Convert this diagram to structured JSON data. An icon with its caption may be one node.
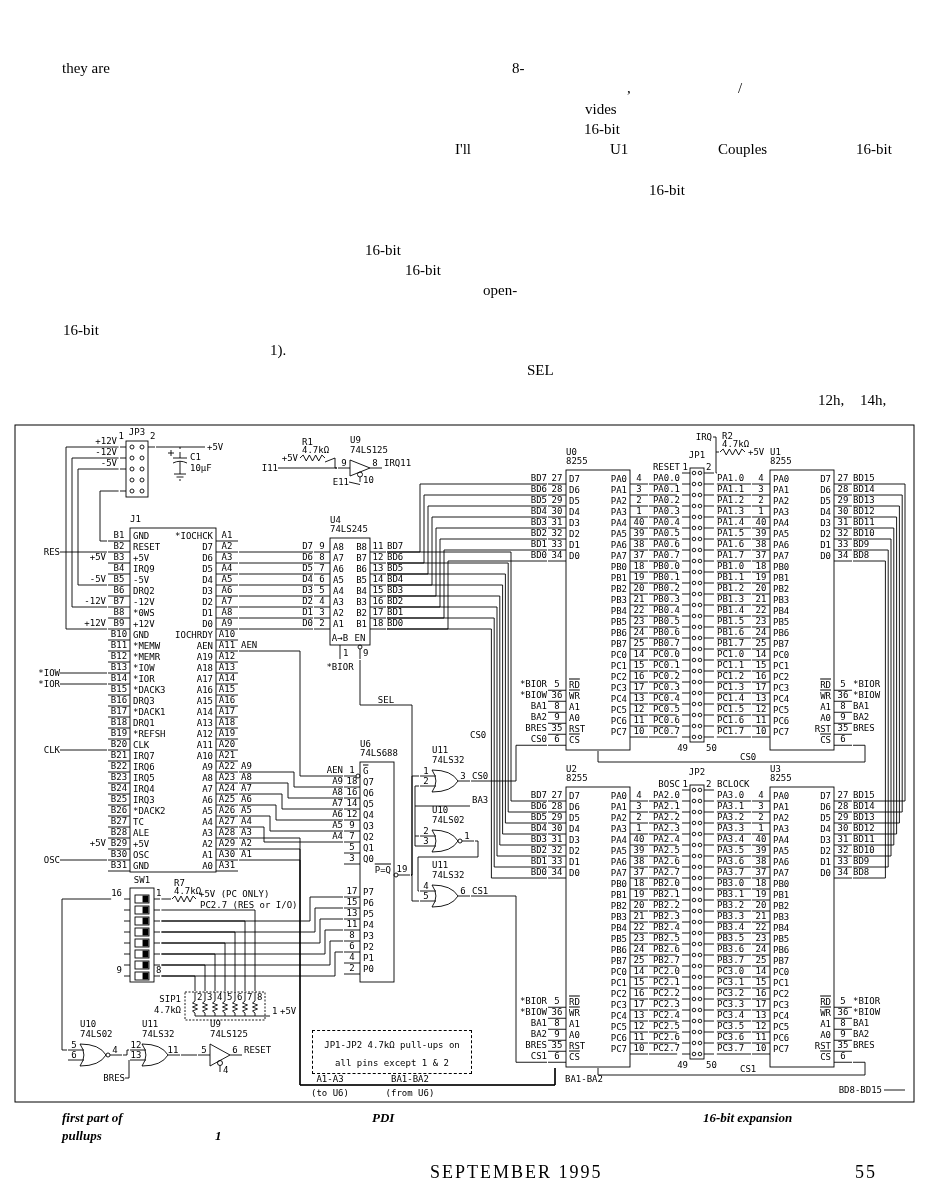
{
  "diagram": {
    "nodes": [
      {
        "text": [
          "JP3",
          "1",
          "2"
        ]
      },
      {
        "text": [
          "C1",
          "10µF"
        ]
      },
      {
        "text": [
          "R1",
          "4.7kΩ"
        ]
      },
      {
        "text": [
          "U9",
          "74LS125",
          "9",
          "8",
          "10"
        ],
        "beside": [
          "IRQ11"
        ]
      },
      {
        "text": [
          "J1",
          "B1",
          "GND",
          "B2",
          "RESET",
          "B3",
          "+5V",
          "B4",
          "IRQ9",
          "B5",
          "-5V",
          "B6",
          "DRQ2",
          "B7",
          "-12V",
          "B8",
          "*0WS",
          "B9",
          "+12V",
          "B10",
          "GND",
          "B11",
          "*MEMW",
          "B12",
          "*MEMR",
          "B13",
          "*IOW",
          "B14",
          "*IOR",
          "B15",
          "*DACK3",
          "B16",
          "DRQ3",
          "B17",
          "*DACK1",
          "B18",
          "DRQ1",
          "B19",
          "*REFSH",
          "B20",
          "CLK",
          "B21",
          "IRQ7",
          "B22",
          "IRQ6",
          "B23",
          "IRQ5",
          "B24",
          "IRQ4",
          "B25",
          "IRQ3",
          "B26",
          "*DACK2",
          "B27",
          "TC",
          "B28",
          "ALE",
          "B29",
          "+5V",
          "B30",
          "OSC",
          "B31",
          "GND",
          "*IOCHCK",
          "A1",
          "D7",
          "A2",
          "D6",
          "A3",
          "D5",
          "A4",
          "D4",
          "A5",
          "D3",
          "A6",
          "D2",
          "A7",
          "D1",
          "A8",
          "D0",
          "A9",
          "IOCHRDY",
          "A10",
          "AEN",
          "A11",
          "A19",
          "A12",
          "A18",
          "A13",
          "A17",
          "A14",
          "A16",
          "A15",
          "A15",
          "A16",
          "A14",
          "A17",
          "A13",
          "A18",
          "A12",
          "A19",
          "A11",
          "A20",
          "A10",
          "A21",
          "A9",
          "A22",
          "A8",
          "A23",
          "A7",
          "A24",
          "A6",
          "A25",
          "A5",
          "A26",
          "A4",
          "A27",
          "A3",
          "A28",
          "A2",
          "A29",
          "A1",
          "A30",
          "A0",
          "A31"
        ]
      },
      {
        "text": [
          "U4",
          "74LS245",
          "9",
          "A8",
          "8",
          "A7",
          "7",
          "A6",
          "6",
          "A5",
          "5",
          "A4",
          "4",
          "A3",
          "3",
          "A2",
          "2",
          "A1",
          "B8",
          "11",
          "B7",
          "12",
          "B6",
          "13",
          "B5",
          "14",
          "B4",
          "15",
          "B3",
          "16",
          "B2",
          "17",
          "B1",
          "18",
          "A→B",
          "1",
          "EN",
          "9"
        ],
        "beside": [
          "D7",
          "D6",
          "D5",
          "D4",
          "D3",
          "D2",
          "D1",
          "D0",
          "BD7",
          "BD6",
          "BD5",
          "BD4",
          "BD3",
          "BD2",
          "BD1",
          "BD0",
          "*BIOR"
        ]
      },
      {
        "text": [
          "U0",
          "8255",
          "27",
          "D7",
          "28",
          "D6",
          "29",
          "D5",
          "30",
          "D4",
          "31",
          "D3",
          "32",
          "D2",
          "33",
          "D1",
          "34",
          "D0",
          "5",
          "RD",
          "36",
          "WR",
          "8",
          "A1",
          "9",
          "A0",
          "35",
          "RST",
          "6",
          "CS",
          "PA0",
          "4",
          "PA1",
          "3",
          "PA2",
          "2",
          "PA3",
          "1",
          "PA4",
          "40",
          "PA5",
          "39",
          "PA6",
          "38",
          "PA7",
          "37",
          "PB0",
          "18",
          "PB1",
          "19",
          "PB2",
          "20",
          "PB3",
          "21",
          "PB4",
          "22",
          "PB5",
          "23",
          "PB6",
          "24",
          "PB7",
          "25",
          "PC0",
          "14",
          "PC1",
          "15",
          "PC2",
          "16",
          "PC3",
          "17",
          "PC4",
          "13",
          "PC5",
          "12",
          "PC6",
          "11",
          "PC7",
          "10"
        ],
        "beside": [
          "BD7",
          "BD6",
          "BD5",
          "BD4",
          "BD3",
          "BD2",
          "BD1",
          "BD0",
          "*BIOR",
          "*BIOW",
          "BA1",
          "BA2",
          "BRES",
          "CS0"
        ]
      },
      {
        "text": [
          "JP1",
          "1",
          "2",
          "49",
          "50"
        ],
        "beside": [
          "RESET",
          "PA0.0",
          "PA0.1",
          "PA0.2",
          "PA0.3",
          "PA0.4",
          "PA0.5",
          "PA0.6",
          "PA0.7",
          "PB0.0",
          "PB0.1",
          "PB0.2",
          "PB0.3",
          "PB0.4",
          "PB0.5",
          "PB0.6",
          "PB0.7",
          "PC0.0",
          "PC0.1",
          "PC0.2",
          "PC0.3",
          "PC0.4",
          "PC0.5",
          "PC0.6",
          "PC0.7",
          "PA1.0",
          "PA1.1",
          "PA1.2",
          "PA1.3",
          "PA1.4",
          "PA1.5",
          "PA1.6",
          "PA1.7",
          "PB1.0",
          "PB1.1",
          "PB1.2",
          "PB1.3",
          "PB1.4",
          "PB1.5",
          "PB1.6",
          "PB1.7",
          "PC1.0",
          "PC1.1",
          "PC1.2",
          "PC1.3",
          "PC1.4",
          "PC1.5",
          "PC1.6",
          "PC1.7"
        ]
      },
      {
        "text": [
          "R2",
          "4.7kΩ"
        ]
      },
      {
        "text": [
          "U1",
          "8255",
          "4",
          "PA0",
          "3",
          "PA1",
          "2",
          "PA2",
          "1",
          "PA3",
          "40",
          "PA4",
          "39",
          "PA5",
          "38",
          "PA6",
          "37",
          "PA7",
          "18",
          "PB0",
          "19",
          "PB1",
          "20",
          "PB2",
          "21",
          "PB3",
          "22",
          "PB4",
          "23",
          "PB5",
          "24",
          "PB6",
          "25",
          "PB7",
          "14",
          "PC0",
          "15",
          "PC1",
          "16",
          "PC2",
          "17",
          "PC3",
          "13",
          "PC4",
          "12",
          "PC5",
          "11",
          "PC6",
          "10",
          "PC7",
          "D7",
          "27",
          "D6",
          "28",
          "D5",
          "29",
          "D4",
          "30",
          "D3",
          "31",
          "D2",
          "32",
          "D1",
          "33",
          "D0",
          "34",
          "RD",
          "5",
          "WR",
          "36",
          "A1",
          "8",
          "A0",
          "9",
          "RST",
          "35",
          "CS",
          "6"
        ],
        "beside": [
          "BD15",
          "BD14",
          "BD13",
          "BD12",
          "BD11",
          "BD10",
          "BD9",
          "BD8",
          "*BIOR",
          "*BIOW",
          "BA1",
          "BA2",
          "BRES"
        ]
      },
      {
        "text": [
          "U11",
          "74LS32",
          "1",
          "2",
          "3"
        ],
        "beside": [
          "CS0"
        ]
      },
      {
        "text": [
          "U10",
          "74LS02",
          "2",
          "3",
          "1"
        ]
      },
      {
        "text": [
          "U11",
          "74LS32",
          "4",
          "5",
          "6"
        ],
        "beside": [
          "CS1"
        ]
      },
      {
        "text": [
          "U6",
          "74LS688",
          "1",
          "G",
          "18",
          "Q7",
          "16",
          "Q6",
          "14",
          "Q5",
          "12",
          "Q4",
          "9",
          "Q3",
          "7",
          "Q2",
          "5",
          "Q1",
          "3",
          "Q0",
          "17",
          "P7",
          "15",
          "P6",
          "13",
          "P5",
          "11",
          "P4",
          "8",
          "P3",
          "6",
          "P2",
          "4",
          "P1",
          "2",
          "P0",
          "P=Q",
          "19"
        ],
        "beside": [
          "AEN",
          "A9",
          "A8",
          "A7",
          "A6",
          "A5",
          "A4"
        ]
      },
      {
        "text": [
          "U2",
          "8255",
          "27",
          "D7",
          "28",
          "D6",
          "29",
          "D5",
          "30",
          "D4",
          "31",
          "D3",
          "32",
          "D2",
          "33",
          "D1",
          "34",
          "D0",
          "5",
          "RD",
          "36",
          "WR",
          "8",
          "A1",
          "9",
          "A0",
          "35",
          "RST",
          "6",
          "CS",
          "PA0",
          "4",
          "PA1",
          "3",
          "PA2",
          "2",
          "PA3",
          "1",
          "PA4",
          "40",
          "PA5",
          "39",
          "PA6",
          "38",
          "PA7",
          "37",
          "PB0",
          "18",
          "PB1",
          "19",
          "PB2",
          "20",
          "PB3",
          "21",
          "PB4",
          "22",
          "PB5",
          "23",
          "PB6",
          "24",
          "PB7",
          "25",
          "PC0",
          "14",
          "PC1",
          "15",
          "PC2",
          "16",
          "PC3",
          "17",
          "PC4",
          "13",
          "PC5",
          "12",
          "PC6",
          "11",
          "PC7",
          "10"
        ],
        "beside": [
          "BD7",
          "BD6",
          "BD5",
          "BD4",
          "BD3",
          "BD2",
          "BD1",
          "BD0",
          "*BIOR",
          "*BIOW",
          "BA1",
          "BA2",
          "BRES",
          "CS1"
        ]
      },
      {
        "text": [
          "JP2",
          "1",
          "2",
          "49",
          "50"
        ],
        "beside": [
          "BOSC",
          "PA2.0",
          "PA2.1",
          "PA2.2",
          "PA2.3",
          "PA2.4",
          "PA2.5",
          "PA2.6",
          "PA2.7",
          "PB2.0",
          "PB2.1",
          "PB2.2",
          "PB2.3",
          "PB2.4",
          "PB2.5",
          "PB2.6",
          "PB2.7",
          "PC2.0",
          "PC2.1",
          "PC2.2",
          "PC2.3",
          "PC2.4",
          "PC2.5",
          "PC2.6",
          "PC2.7",
          "BCLOCK",
          "PA3.0",
          "PA3.1",
          "PA3.2",
          "PA3.3",
          "PA3.4",
          "PA3.5",
          "PA3.6",
          "PA3.7",
          "PB3.0",
          "PB3.1",
          "PB3.2",
          "PB3.3",
          "PB3.4",
          "PB3.5",
          "PB3.6",
          "PB3.7",
          "PC3.0",
          "PC3.1",
          "PC3.2",
          "PC3.3",
          "PC3.4",
          "PC3.5",
          "PC3.6",
          "PC3.7"
        ]
      },
      {
        "text": [
          "U3",
          "8255",
          "4",
          "PA0",
          "3",
          "PA1",
          "2",
          "PA2",
          "1",
          "PA3",
          "40",
          "PA4",
          "39",
          "PA5",
          "38",
          "PA6",
          "37",
          "PA7",
          "18",
          "PB0",
          "19",
          "PB1",
          "20",
          "PB2",
          "21",
          "PB3",
          "22",
          "PB4",
          "23",
          "PB5",
          "24",
          "PB6",
          "25",
          "PB7",
          "14",
          "PC0",
          "15",
          "PC1",
          "16",
          "PC2",
          "17",
          "PC3",
          "13",
          "PC4",
          "12",
          "PC5",
          "11",
          "PC6",
          "10",
          "PC7",
          "D7",
          "27",
          "D6",
          "28",
          "D5",
          "29",
          "D4",
          "30",
          "D3",
          "31",
          "D2",
          "32",
          "D1",
          "33",
          "D0",
          "34",
          "RD",
          "5",
          "WR",
          "36",
          "A1",
          "8",
          "A0",
          "9",
          "RST",
          "35",
          "CS",
          "6"
        ],
        "beside": [
          "BD15",
          "BD14",
          "BD13",
          "BD12",
          "BD11",
          "BD10",
          "BD9",
          "BD8",
          "*BIOR",
          "*BIOW",
          "BA1",
          "BA2",
          "BRES"
        ]
      },
      {
        "text": [
          "SW1",
          "16",
          "1",
          "9",
          "8"
        ]
      },
      {
        "text": [
          "R7",
          "4.7kΩ"
        ]
      },
      {
        "text": [
          "SIP1",
          "4.7kΩ",
          "1",
          "2",
          "3",
          "4",
          "5",
          "6",
          "7",
          "8"
        ]
      },
      {
        "text": [
          "U10",
          "74LS02",
          "5",
          "6",
          "4"
        ]
      },
      {
        "text": [
          "U11",
          "74LS32",
          "12",
          "13",
          "11"
        ]
      },
      {
        "text": [
          "U9",
          "74LS125",
          "5",
          "6",
          "4"
        ],
        "beside": [
          "RESET"
        ]
      },
      {
        "text": [
          "JP1-JP2 4.7kΩ pull-ups on all pins except 1 & 2"
        ]
      },
      {
        "text": [
          "I11"
        ]
      },
      {
        "text": [
          "E11"
        ]
      },
      {
        "text": [
          "RES"
        ]
      },
      {
        "text": [
          "*IOW"
        ]
      },
      {
        "text": [
          "*IOR"
        ]
      },
      {
        "text": [
          "CLK"
        ]
      },
      {
        "text": [
          "OSC"
        ]
      },
      {
        "text": [
          "BRES"
        ]
      }
    ],
    "edges": [
      {
        "from": 0,
        "to": 1,
        "arrow": "none"
      },
      {
        "from": 0,
        "to": 4,
        "arrow": "none"
      },
      {
        "from": 0,
        "to": 4,
        "arrow": "none"
      },
      {
        "from": 0,
        "to": 4,
        "arrow": "none"
      },
      {
        "from": 0,
        "to": 4,
        "arrow": "none"
      },
      {
        "from": 2,
        "to": 3,
        "arrow": "none"
      },
      {
        "from": 4,
        "to": 5,
        "arrow": "none"
      },
      {
        "from": 4,
        "to": 5,
        "arrow": "none"
      },
      {
        "from": 4,
        "to": 5,
        "arrow": "none"
      },
      {
        "from": 4,
        "to": 5,
        "arrow": "none"
      },
      {
        "from": 4,
        "to": 5,
        "arrow": "none"
      },
      {
        "from": 4,
        "to": 5,
        "arrow": "none"
      },
      {
        "from": 4,
        "to": 5,
        "arrow": "none"
      },
      {
        "from": 4,
        "to": 5,
        "arrow": "none"
      },
      {
        "from": 5,
        "to": 6,
        "arrow": "none"
      },
      {
        "from": 5,
        "to": 6,
        "arrow": "none"
      },
      {
        "from": 5,
        "to": 6,
        "arrow": "none"
      },
      {
        "from": 5,
        "to": 6,
        "arrow": "none"
      },
      {
        "from": 5,
        "to": 6,
        "arrow": "none"
      },
      {
        "from": 5,
        "to": 6,
        "arrow": "none"
      },
      {
        "from": 5,
        "to": 6,
        "arrow": "none"
      },
      {
        "from": 5,
        "to": 6,
        "arrow": "none"
      },
      {
        "from": 5,
        "to": 14,
        "arrow": "none"
      },
      {
        "from": 5,
        "to": 14,
        "arrow": "none"
      },
      {
        "from": 5,
        "to": 14,
        "arrow": "none"
      },
      {
        "from": 5,
        "to": 14,
        "arrow": "none"
      },
      {
        "from": 5,
        "to": 14,
        "arrow": "none"
      },
      {
        "from": 5,
        "to": 14,
        "arrow": "none"
      },
      {
        "from": 5,
        "to": 14,
        "arrow": "none"
      },
      {
        "from": 5,
        "to": 14,
        "arrow": "none"
      },
      {
        "from": 6,
        "to": 7,
        "arrow": "none"
      },
      {
        "from": 6,
        "to": 7,
        "arrow": "none"
      },
      {
        "from": 6,
        "to": 7,
        "arrow": "none"
      },
      {
        "from": 6,
        "to": 7,
        "arrow": "none"
      },
      {
        "from": 6,
        "to": 7,
        "arrow": "none"
      },
      {
        "from": 6,
        "to": 7,
        "arrow": "none"
      },
      {
        "from": 6,
        "to": 7,
        "arrow": "none"
      },
      {
        "from": 6,
        "to": 7,
        "arrow": "none"
      },
      {
        "from": 6,
        "to": 7,
        "arrow": "none"
      },
      {
        "from": 6,
        "to": 7,
        "arrow": "none"
      },
      {
        "from": 6,
        "to": 7,
        "arrow": "none"
      },
      {
        "from": 6,
        "to": 7,
        "arrow": "none"
      },
      {
        "from": 6,
        "to": 7,
        "arrow": "none"
      },
      {
        "from": 6,
        "to": 7,
        "arrow": "none"
      },
      {
        "from": 6,
        "to": 7,
        "arrow": "none"
      },
      {
        "from": 6,
        "to": 7,
        "arrow": "none"
      },
      {
        "from": 6,
        "to": 7,
        "arrow": "none"
      },
      {
        "from": 6,
        "to": 7,
        "arrow": "none"
      },
      {
        "from": 6,
        "to": 7,
        "arrow": "none"
      },
      {
        "from": 6,
        "to": 7,
        "arrow": "none"
      },
      {
        "from": 6,
        "to": 7,
        "arrow": "none"
      },
      {
        "from": 6,
        "to": 7,
        "arrow": "none"
      },
      {
        "from": 6,
        "to": 7,
        "arrow": "none"
      },
      {
        "from": 6,
        "to": 7,
        "arrow": "none"
      },
      {
        "from": 7,
        "to": 9,
        "arrow": "none"
      },
      {
        "from": 7,
        "to": 9,
        "arrow": "none"
      },
      {
        "from": 7,
        "to": 9,
        "arrow": "none"
      },
      {
        "from": 7,
        "to": 9,
        "arrow": "none"
      },
      {
        "from": 7,
        "to": 9,
        "arrow": "none"
      },
      {
        "from": 7,
        "to": 9,
        "arrow": "none"
      },
      {
        "from": 7,
        "to": 9,
        "arrow": "none"
      },
      {
        "from": 7,
        "to": 9,
        "arrow": "none"
      },
      {
        "from": 7,
        "to": 9,
        "arrow": "none"
      },
      {
        "from": 7,
        "to": 9,
        "arrow": "none"
      },
      {
        "from": 7,
        "to": 9,
        "arrow": "none"
      },
      {
        "from": 7,
        "to": 9,
        "arrow": "none"
      },
      {
        "from": 7,
        "to": 9,
        "arrow": "none"
      },
      {
        "from": 7,
        "to": 9,
        "arrow": "none"
      },
      {
        "from": 7,
        "to": 9,
        "arrow": "none"
      },
      {
        "from": 7,
        "to": 9,
        "arrow": "none"
      },
      {
        "from": 7,
        "to": 9,
        "arrow": "none"
      },
      {
        "from": 7,
        "to": 9,
        "arrow": "none"
      },
      {
        "from": 7,
        "to": 9,
        "arrow": "none"
      },
      {
        "from": 7,
        "to": 9,
        "arrow": "none"
      },
      {
        "from": 7,
        "to": 9,
        "arrow": "none"
      },
      {
        "from": 7,
        "to": 9,
        "arrow": "none"
      },
      {
        "from": 7,
        "to": 9,
        "arrow": "none"
      },
      {
        "from": 7,
        "to": 9,
        "arrow": "none"
      },
      {
        "from": 8,
        "to": 7,
        "arrow": "none"
      },
      {
        "from": 14,
        "to": 15,
        "arrow": "none"
      },
      {
        "from": 14,
        "to": 15,
        "arrow": "none"
      },
      {
        "from": 14,
        "to": 15,
        "arrow": "none"
      },
      {
        "from": 14,
        "to": 15,
        "arrow": "none"
      },
      {
        "from": 14,
        "to": 15,
        "arrow": "none"
      },
      {
        "from": 14,
        "to": 15,
        "arrow": "none"
      },
      {
        "from": 14,
        "to": 15,
        "arrow": "none"
      },
      {
        "from": 14,
        "to": 15,
        "arrow": "none"
      },
      {
        "from": 14,
        "to": 15,
        "arrow": "none"
      },
      {
        "from": 14,
        "to": 15,
        "arrow": "none"
      },
      {
        "from": 14,
        "to": 15,
        "arrow": "none"
      },
      {
        "from": 14,
        "to": 15,
        "arrow": "none"
      },
      {
        "from": 14,
        "to": 15,
        "arrow": "none"
      },
      {
        "from": 14,
        "to": 15,
        "arrow": "none"
      },
      {
        "from": 14,
        "to": 15,
        "arrow": "none"
      },
      {
        "from": 14,
        "to": 15,
        "arrow": "none"
      },
      {
        "from": 14,
        "to": 15,
        "arrow": "none"
      },
      {
        "from": 14,
        "to": 15,
        "arrow": "none"
      },
      {
        "from": 14,
        "to": 15,
        "arrow": "none"
      },
      {
        "from": 14,
        "to": 15,
        "arrow": "none"
      },
      {
        "from": 14,
        "to": 15,
        "arrow": "none"
      },
      {
        "from": 14,
        "to": 15,
        "arrow": "none"
      },
      {
        "from": 14,
        "to": 15,
        "arrow": "none"
      },
      {
        "from": 14,
        "to": 15,
        "arrow": "none"
      },
      {
        "from": 15,
        "to": 16,
        "arrow": "none"
      },
      {
        "from": 15,
        "to": 16,
        "arrow": "none"
      },
      {
        "from": 15,
        "to": 16,
        "arrow": "none"
      },
      {
        "from": 15,
        "to": 16,
        "arrow": "none"
      },
      {
        "from": 15,
        "to": 16,
        "arrow": "none"
      },
      {
        "from": 15,
        "to": 16,
        "arrow": "none"
      },
      {
        "from": 15,
        "to": 16,
        "arrow": "none"
      },
      {
        "from": 15,
        "to": 16,
        "arrow": "none"
      },
      {
        "from": 15,
        "to": 16,
        "arrow": "none"
      },
      {
        "from": 15,
        "to": 16,
        "arrow": "none"
      },
      {
        "from": 15,
        "to": 16,
        "arrow": "none"
      },
      {
        "from": 15,
        "to": 16,
        "arrow": "none"
      },
      {
        "from": 15,
        "to": 16,
        "arrow": "none"
      },
      {
        "from": 15,
        "to": 16,
        "arrow": "none"
      },
      {
        "from": 15,
        "to": 16,
        "arrow": "none"
      },
      {
        "from": 15,
        "to": 16,
        "arrow": "none"
      },
      {
        "from": 15,
        "to": 16,
        "arrow": "none"
      },
      {
        "from": 15,
        "to": 16,
        "arrow": "none"
      },
      {
        "from": 15,
        "to": 16,
        "arrow": "none"
      },
      {
        "from": 15,
        "to": 16,
        "arrow": "none"
      },
      {
        "from": 15,
        "to": 16,
        "arrow": "none"
      },
      {
        "from": 15,
        "to": 16,
        "arrow": "none"
      },
      {
        "from": 15,
        "to": 16,
        "arrow": "none"
      },
      {
        "from": 15,
        "to": 16,
        "arrow": "none"
      },
      {
        "from": 9,
        "to": 16,
        "arrow": "none"
      },
      {
        "from": 9,
        "to": 16,
        "arrow": "none"
      },
      {
        "from": 9,
        "to": 16,
        "arrow": "none"
      },
      {
        "from": 9,
        "to": 16,
        "arrow": "none"
      },
      {
        "from": 9,
        "to": 16,
        "arrow": "none"
      },
      {
        "from": 9,
        "to": 16,
        "arrow": "none"
      },
      {
        "from": 9,
        "to": 16,
        "arrow": "none"
      },
      {
        "from": 9,
        "to": 16,
        "arrow": "none"
      },
      {
        "from": 4,
        "to": 13,
        "arrow": "none"
      },
      {
        "from": 4,
        "to": 13,
        "arrow": "none"
      },
      {
        "from": 4,
        "to": 13,
        "arrow": "none"
      },
      {
        "from": 4,
        "to": 13,
        "arrow": "none"
      },
      {
        "from": 4,
        "to": 13,
        "arrow": "none"
      },
      {
        "from": 4,
        "to": 13,
        "arrow": "none"
      },
      {
        "from": 4,
        "to": 13,
        "arrow": "none"
      },
      {
        "from": 13,
        "to": 10,
        "arrow": "none"
      },
      {
        "from": 13,
        "to": 12,
        "arrow": "none"
      },
      {
        "from": 10,
        "to": 6,
        "arrow": "none"
      },
      {
        "from": 12,
        "to": 14,
        "arrow": "none"
      },
      {
        "from": 11,
        "to": 12,
        "arrow": "none"
      },
      {
        "from": 5,
        "to": 13,
        "arrow": "none"
      },
      {
        "from": 6,
        "to": 9,
        "arrow": "none"
      },
      {
        "from": 14,
        "to": 16,
        "arrow": "none"
      },
      {
        "from": 18,
        "to": 17,
        "arrow": "none"
      },
      {
        "from": 19,
        "to": 17,
        "arrow": "none"
      },
      {
        "from": 19,
        "to": 17,
        "arrow": "none"
      },
      {
        "from": 19,
        "to": 17,
        "arrow": "none"
      },
      {
        "from": 19,
        "to": 17,
        "arrow": "none"
      },
      {
        "from": 19,
        "to": 17,
        "arrow": "none"
      },
      {
        "from": 19,
        "to": 17,
        "arrow": "none"
      },
      {
        "from": 19,
        "to": 17,
        "arrow": "none"
      },
      {
        "from": 17,
        "to": 13,
        "arrow": "none"
      },
      {
        "from": 17,
        "to": 13,
        "arrow": "none"
      },
      {
        "from": 17,
        "to": 13,
        "arrow": "none"
      },
      {
        "from": 17,
        "to": 13,
        "arrow": "none"
      },
      {
        "from": 17,
        "to": 13,
        "arrow": "none"
      },
      {
        "from": 17,
        "to": 13,
        "arrow": "none"
      },
      {
        "from": 17,
        "to": 20,
        "arrow": "none"
      },
      {
        "from": 20,
        "to": 21,
        "arrow": "none"
      },
      {
        "from": 21,
        "to": 22,
        "arrow": "none"
      },
      {
        "from": 4,
        "to": 14,
        "arrow": "none"
      },
      {
        "from": 4,
        "to": 14,
        "arrow": "none"
      },
      {
        "from": 4,
        "to": 14,
        "arrow": "none"
      },
      {
        "from": 11,
        "to": 10,
        "arrow": "none"
      },
      {
        "from": 24,
        "to": 3,
        "arrow": "none"
      },
      {
        "from": 25,
        "to": 3,
        "arrow": "none"
      },
      {
        "from": 26,
        "to": 4,
        "arrow": "none"
      },
      {
        "from": 27,
        "to": 4,
        "arrow": "none"
      },
      {
        "from": 28,
        "to": 4,
        "arrow": "none"
      },
      {
        "from": 29,
        "to": 4,
        "arrow": "none"
      },
      {
        "from": 30,
        "to": 4,
        "arrow": "none"
      },
      {
        "from": 31,
        "to": 21,
        "arrow": "none"
      }
    ],
    "labels": [
      "they are",
      "8-",
      ",",
      "/",
      "vides",
      "16-bit",
      "I'll",
      "U1",
      "Couples",
      "16-bit",
      "16-bit",
      "16-bit",
      "16-bit",
      "open-",
      "16-bit",
      "1).",
      "SEL",
      "12h,",
      "14h,",
      "+12V",
      "-12V",
      "-5V",
      "+5V",
      "+5V",
      "IRQ",
      "+5V",
      "+5V",
      "-5V",
      "-12V",
      "+12V",
      "+5V",
      "AEN",
      "A9",
      "A8",
      "A7",
      "A6",
      "A5",
      "A4",
      "A3",
      "A2",
      "A1",
      "SEL",
      "CS0",
      "BA3",
      "CS0",
      "+5V (PC ONLY)",
      "PC2.7 (RES or I/O)",
      "+5V",
      "A1-A3",
      "(to U6)",
      "BA1-BA2",
      "(from U6)",
      "BA1-BA2",
      "CS1",
      "BD8-BD15",
      "first part of",
      "PDI",
      "16-bit expansion",
      "pullups",
      "1",
      "SEPTEMBER 1995",
      "55"
    ]
  }
}
